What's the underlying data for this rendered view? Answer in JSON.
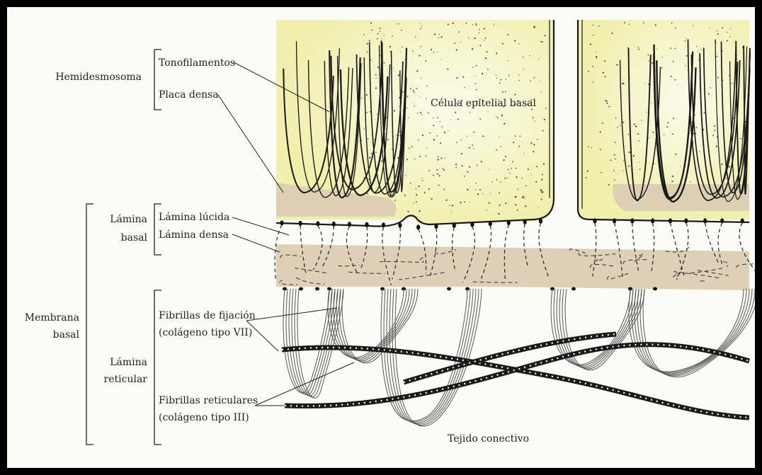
{
  "labels": {
    "hemidesmosoma": "Hemidesmosoma",
    "tonofilamentos": "Tonofilamentos",
    "placa_densa": "Placa densa",
    "celula_epitelial_basal": "Célula epitelial basal",
    "lamina_basal_1": "Lámina",
    "lamina_basal_2": "basal",
    "lamina_lucida": "Lámina lúcida",
    "lamina_densa": "Lámina densa",
    "membrana_basal_1": "Membrana",
    "membrana_basal_2": "basal",
    "lamina_reticular_1": "Lámina",
    "lamina_reticular_2": "reticular",
    "fibrillas_fijacion_1": "Fibrillas de fijación",
    "fibrillas_fijacion_2": "(colágeno tipo VII)",
    "fibrillas_reticulares_1": "Fibrillas reticulares",
    "fibrillas_reticulares_2": "(colágeno tipo III)",
    "tejido_conectivo": "Tejido conectivo"
  },
  "colors": {
    "frame": "#000000",
    "background": "#fbfbf8",
    "cytoplasm": "#f3f1b4",
    "cytoplasm_center": "#fbfbe6",
    "plaque": "#dccfb2",
    "lamina_densa": "#ddd0b6",
    "ink": "#1a1a1a"
  }
}
